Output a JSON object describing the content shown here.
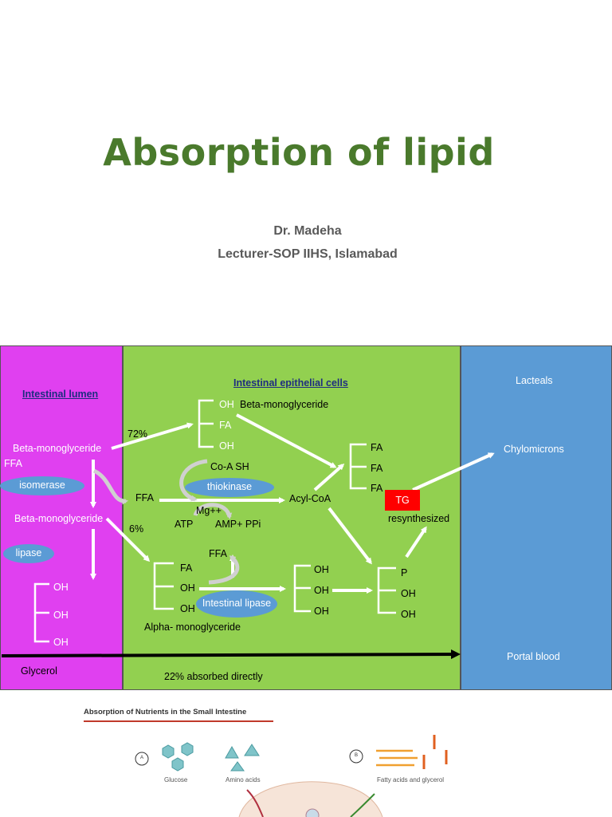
{
  "slide": {
    "title": "Absorption of lipid",
    "author": "Dr. Madeha",
    "affiliation": "Lecturer-SOP IIHS, Islamabad"
  },
  "diagram": {
    "colors": {
      "lumen": "#e040f0",
      "epithelium": "#92d050",
      "blood": "#5b9bd5",
      "enzyme": "#5b9bd5",
      "tg": "#ff0000"
    },
    "lumen": {
      "heading": "Intestinal lumen",
      "beta_mg_1": "Beta-monoglyceride",
      "ffa": "FFA",
      "isomerase": "isomerase",
      "beta_mg_2": "Beta-monoglyceride",
      "lipase": "lipase",
      "glycerol_oh": [
        "OH",
        "OH",
        "OH"
      ],
      "glycerol": "Glycerol"
    },
    "epithelium": {
      "heading": "Intestinal epithelial cells",
      "pct_72": "72%",
      "pct_6": "6%",
      "beta_mg_oh_top": "OH",
      "beta_mg_label": "Beta-monoglyceride",
      "beta_mg_fa": "FA",
      "beta_mg_oh_bottom": "OH",
      "coa_sh": "Co-A SH",
      "thiokinase": "thiokinase",
      "ffa": "FFA",
      "acyl_coa": "Acyl-CoA",
      "mg": "Mg++",
      "atp": "ATP",
      "amp_ppi": "AMP+ PPi",
      "tg_fa": [
        "FA",
        "FA",
        "FA"
      ],
      "tg": "TG",
      "resynthesized": "resynthesized",
      "ffa2": "FFA",
      "alpha_mg_rows": [
        "FA",
        "OH",
        "OH"
      ],
      "intestinal_lipase": "Intestinal lipase",
      "alpha_mg_label": "Alpha- monoglyceride",
      "glycerol_rows": [
        "OH",
        "OH",
        "OH"
      ],
      "phosphate_rows": [
        "P",
        "OH",
        "OH"
      ],
      "absorbed": "22%  absorbed directly"
    },
    "blood": {
      "lacteals": "Lacteals",
      "chylomicrons": "Chylomicrons",
      "portal": "Portal blood"
    }
  },
  "figure": {
    "title": "Absorption of Nutrients in the Small Intestine",
    "marker_a": "A",
    "marker_b": "B",
    "glucose": "Glucose",
    "amino_acids": "Amino acids",
    "fatty": "Fatty acids and glycerol"
  }
}
